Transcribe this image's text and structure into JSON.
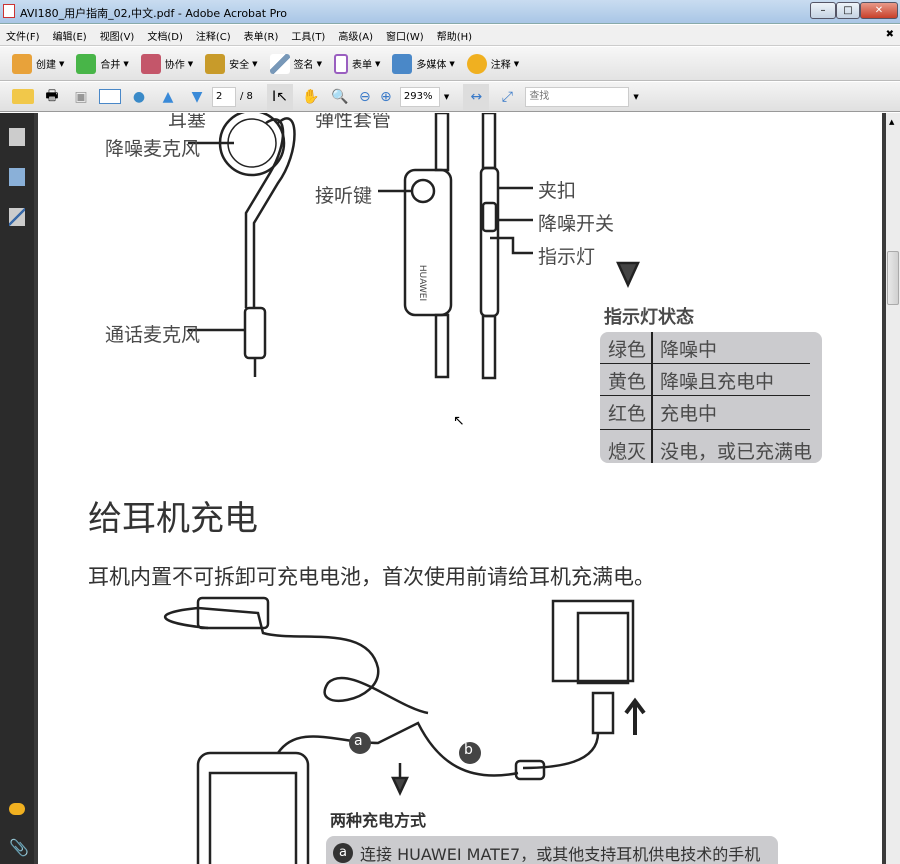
{
  "window": {
    "title": "AVI180_用户指南_02,中文.pdf - Adobe Acrobat Pro",
    "minimize": "–",
    "restore": "□",
    "close": "✕"
  },
  "menu": [
    "文件(F)",
    "编辑(E)",
    "视图(V)",
    "文档(D)",
    "注释(C)",
    "表单(R)",
    "工具(T)",
    "高级(A)",
    "窗口(W)",
    "帮助(H)"
  ],
  "menu_close": "✖",
  "toolbar1": [
    {
      "label": "创建",
      "icon": "create-icon",
      "color": "#e8a23a"
    },
    {
      "label": "合并",
      "icon": "combine-icon",
      "color": "#48b548"
    },
    {
      "label": "协作",
      "icon": "collaborate-icon",
      "color": "#c4566a"
    },
    {
      "label": "安全",
      "icon": "lock-icon",
      "color": "#c89b2a"
    },
    {
      "label": "签名",
      "icon": "pen-icon",
      "color": "#7898b8"
    },
    {
      "label": "表单",
      "icon": "form-icon",
      "color": "#9a5fc0"
    },
    {
      "label": "多媒体",
      "icon": "multimedia-icon",
      "color": "#4a88c8"
    },
    {
      "label": "注释",
      "icon": "comment-icon",
      "color": "#f0b020"
    }
  ],
  "toolbar2": {
    "page_current": "2",
    "page_total": "/ 8",
    "zoom": "293%",
    "search_placeholder": "查找"
  },
  "document": {
    "top_labels": {
      "earbud": "耳塞",
      "sleeve": "弹性套管",
      "nc_mic": "降噪麦克风",
      "answer_key": "接听键",
      "call_mic": "通话麦克风",
      "clip": "夹扣",
      "nc_switch": "降噪开关",
      "indicator": "指示灯",
      "brand": "HUAWEI"
    },
    "indicator_title": "指示灯状态",
    "indicator_table": [
      {
        "color": "绿色",
        "state": "降噪中"
      },
      {
        "color": "黄色",
        "state": "降噪且充电中"
      },
      {
        "color": "红色",
        "state": "充电中"
      },
      {
        "color": "熄灭",
        "state": "没电，或已充满电"
      }
    ],
    "heading": "给耳机充电",
    "paragraph": "耳机内置不可拆卸可充电电池，首次使用前请给耳机充满电。",
    "badge_a": "a",
    "badge_b": "b",
    "methods_title": "两种充电方式",
    "method_a": "连接 HUAWEI MATE7，或其他支持耳机供电技术的手机"
  }
}
